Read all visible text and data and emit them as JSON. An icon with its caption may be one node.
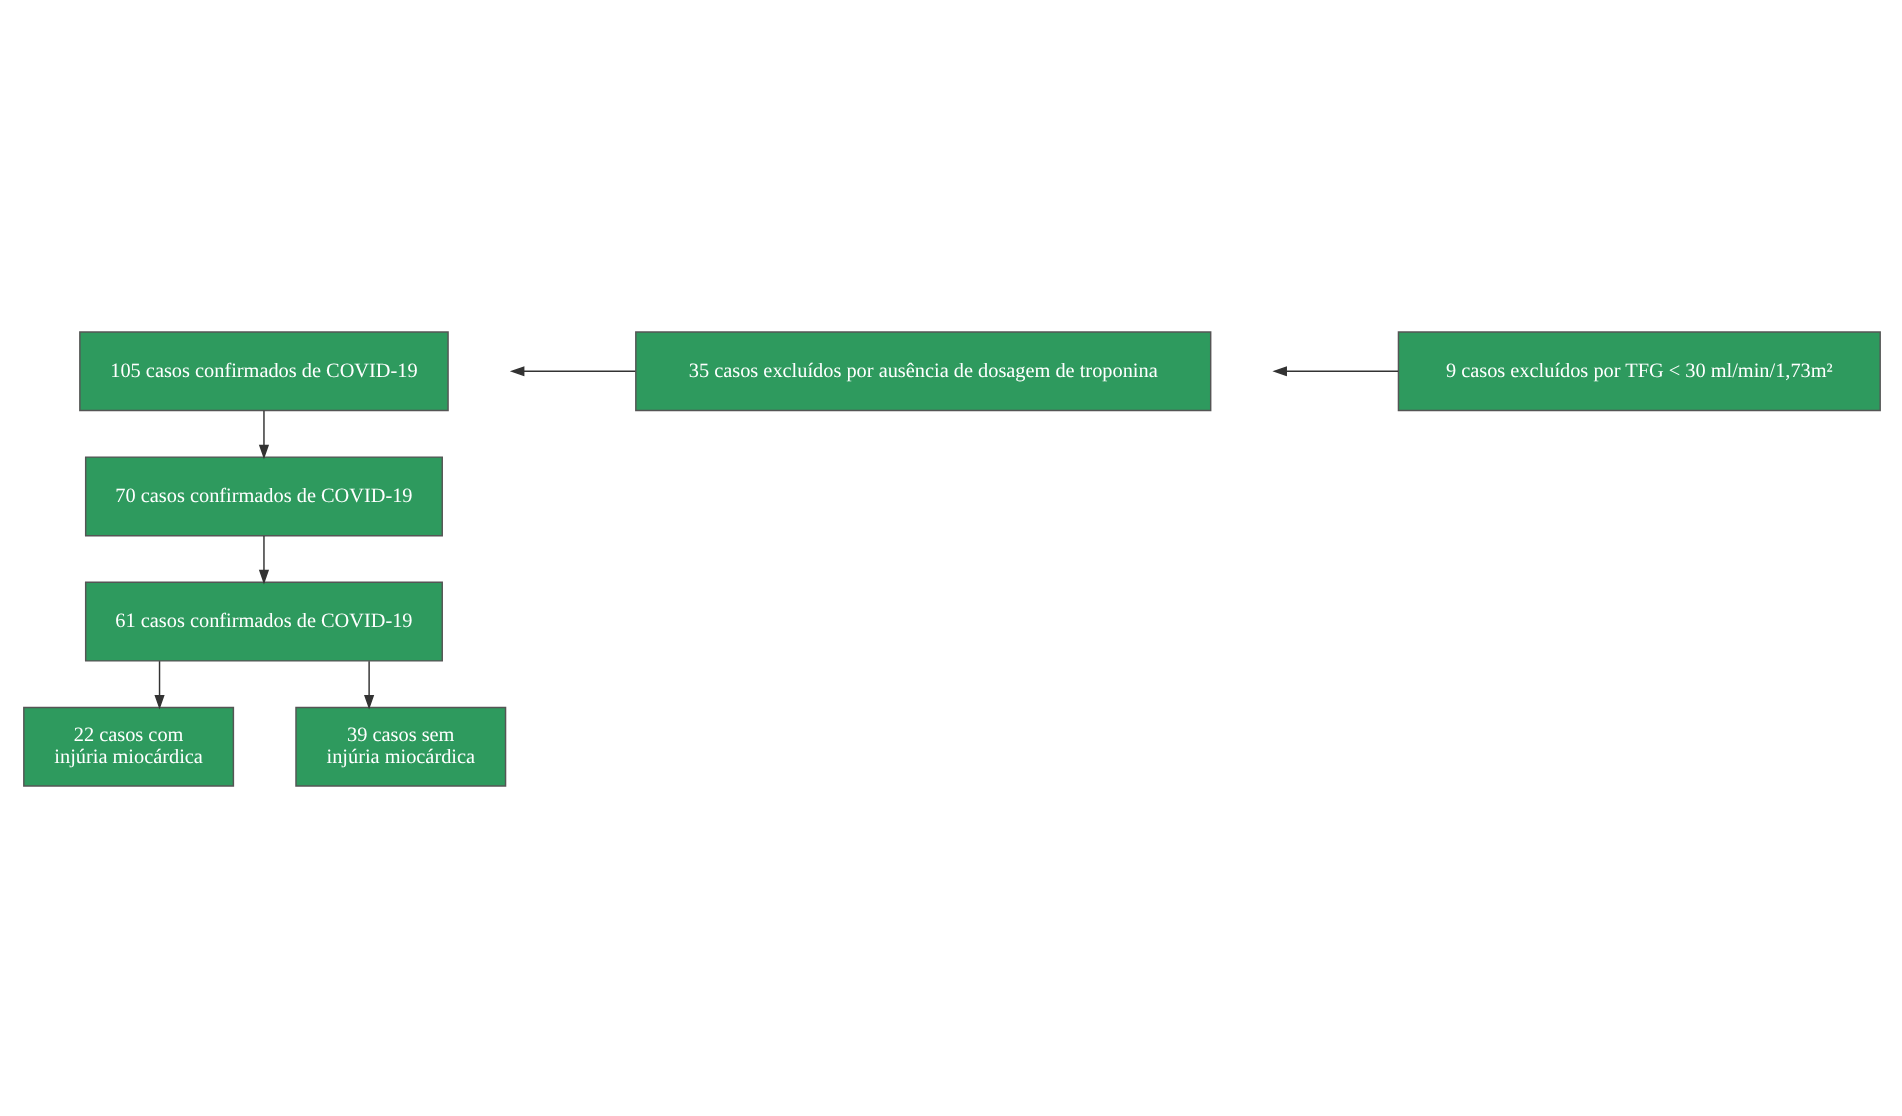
{
  "diagram": {
    "nodes": [
      {
        "text": [
          "105 casos confirmados de COVID-19"
        ]
      },
      {
        "text": [
          "35 casos excluídos por ausência de dosagem de troponina"
        ]
      },
      {
        "text": [
          "70 casos confirmados de COVID-19"
        ]
      },
      {
        "text": [
          "9 casos excluídos por TFG < 30 ml/min/1,73m²"
        ]
      },
      {
        "text": [
          "61 casos confirmados de COVID-19"
        ]
      },
      {
        "text": [
          "22 casos com injúria miocárdica"
        ]
      },
      {
        "text": [
          "39 casos sem injúria miocárdica"
        ]
      }
    ],
    "edges": [
      {
        "from": 0,
        "to": 2,
        "arrow": "to"
      },
      {
        "from": 1,
        "to": null,
        "arrow": "to"
      },
      {
        "from": 2,
        "to": 4,
        "arrow": "to"
      },
      {
        "from": 3,
        "to": null,
        "arrow": "to"
      },
      {
        "from": 4,
        "to": 5,
        "arrow": "to"
      },
      {
        "from": 4,
        "to": 6,
        "arrow": "to"
      }
    ]
  }
}
